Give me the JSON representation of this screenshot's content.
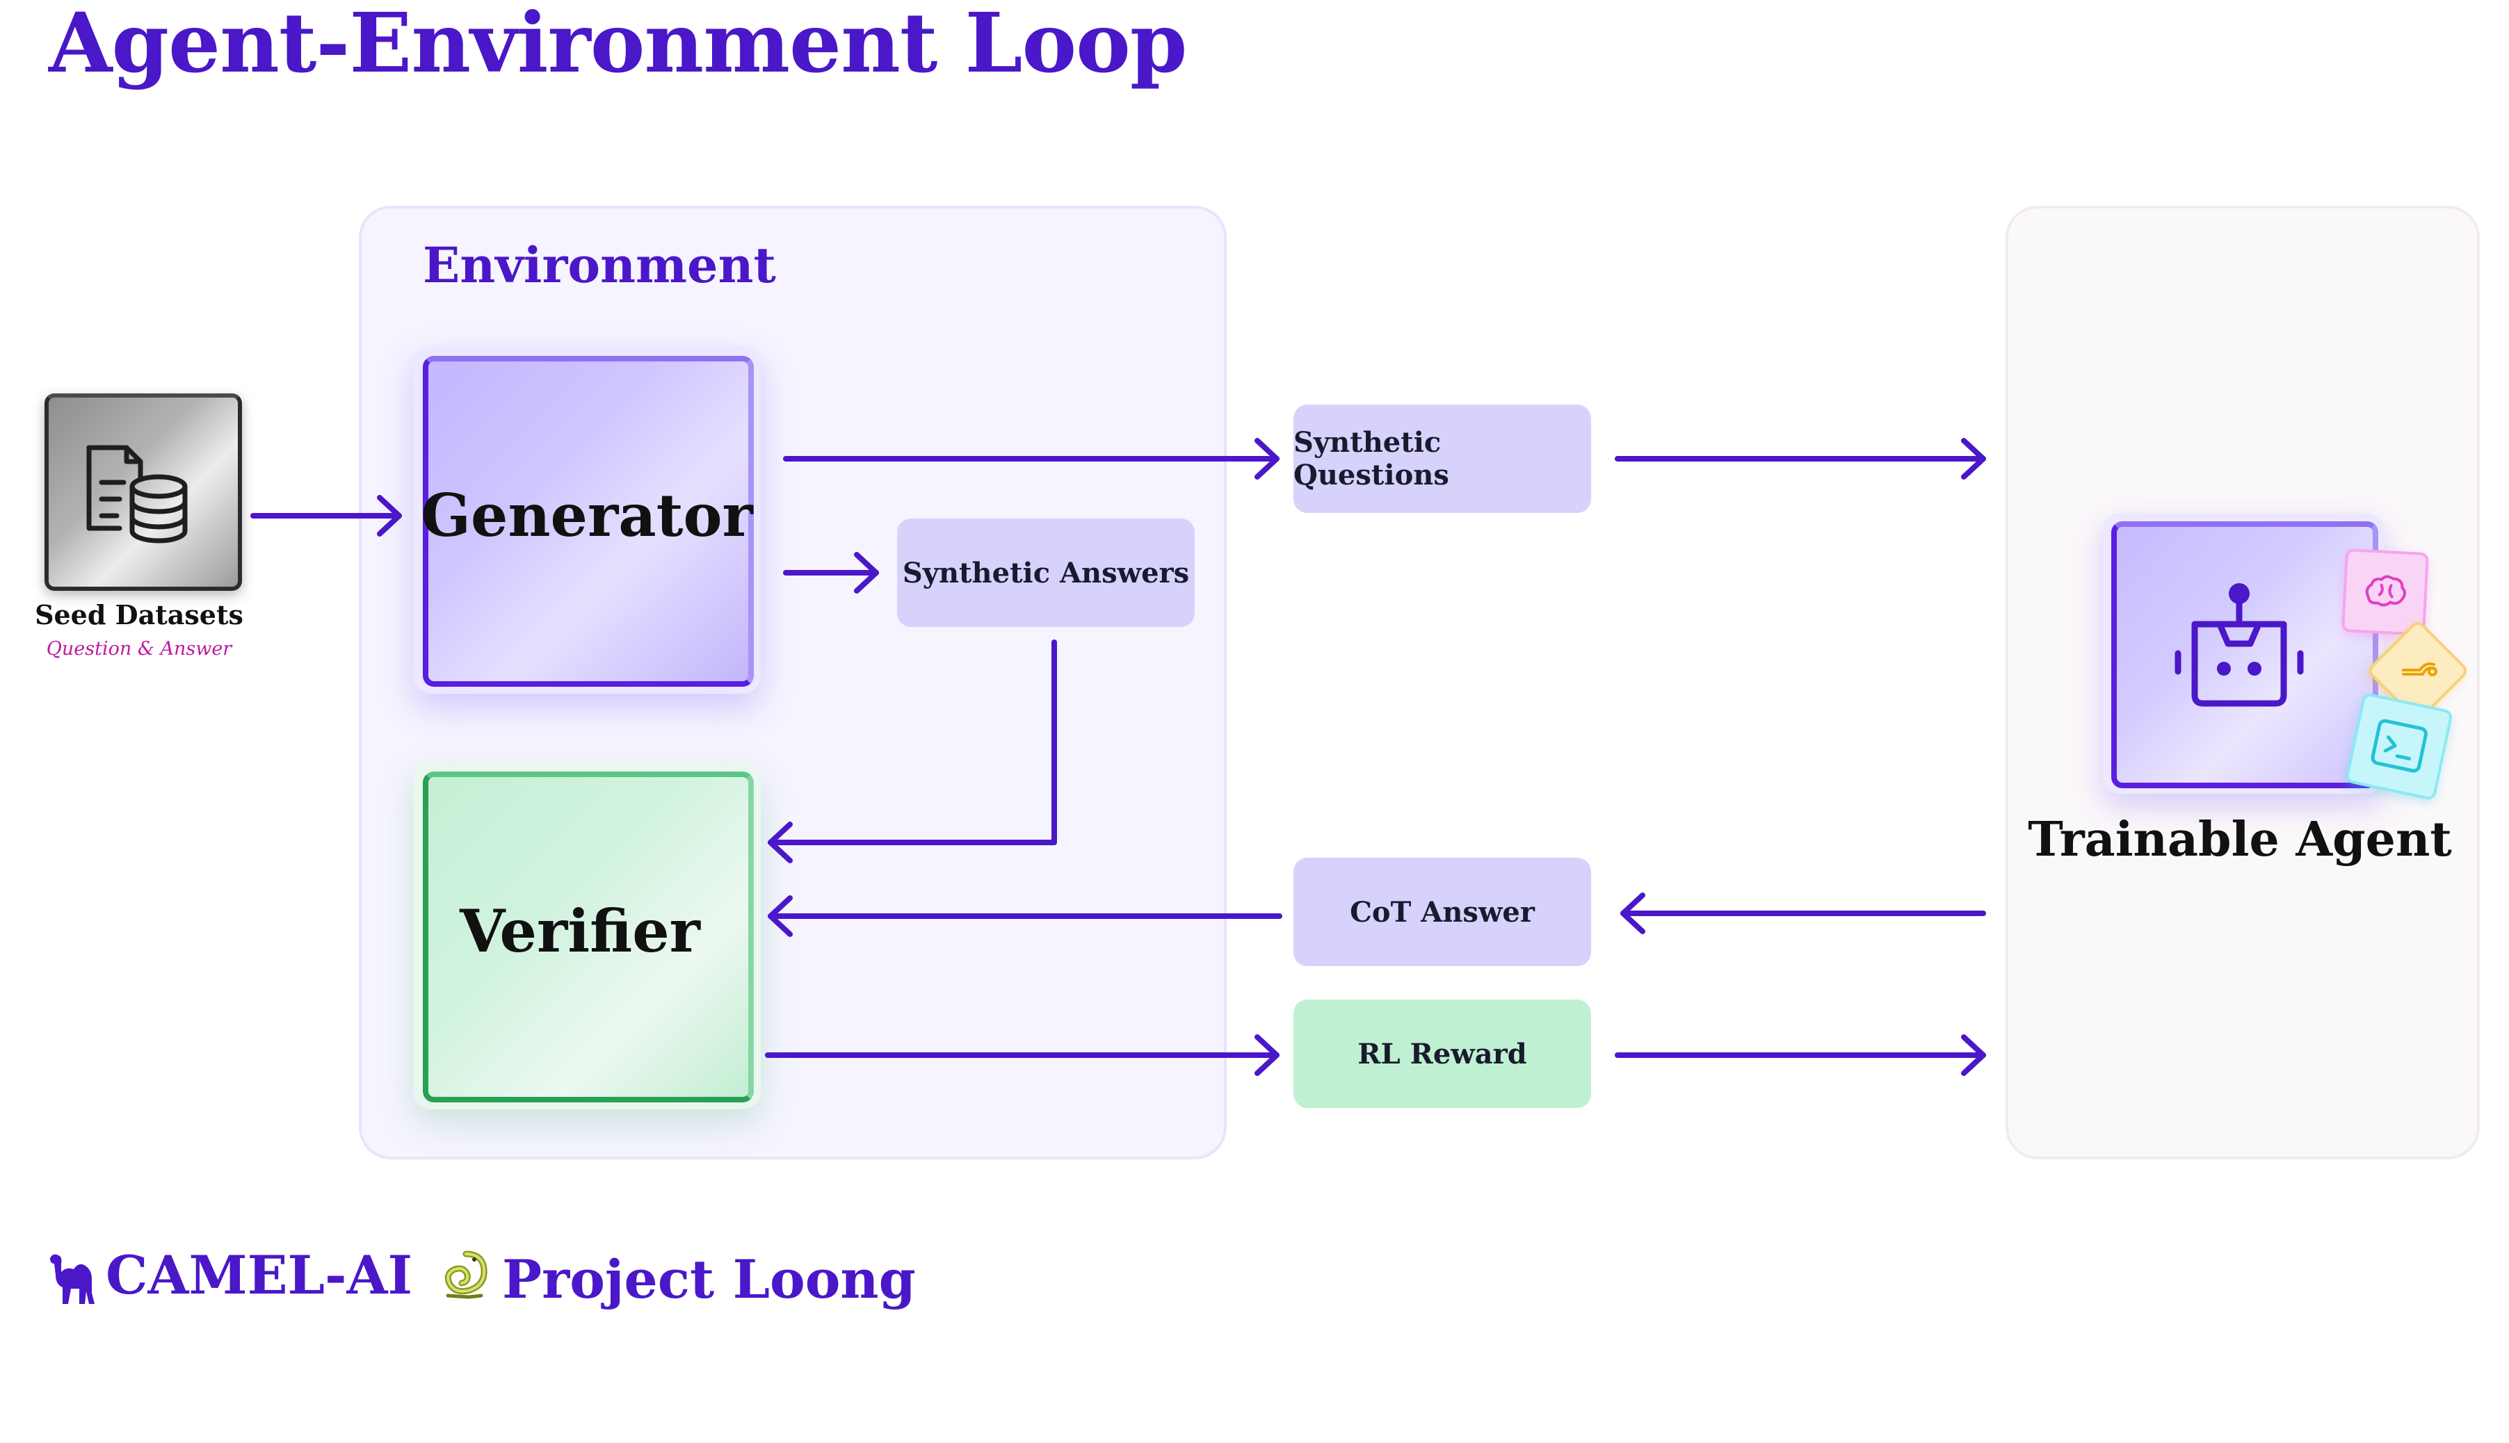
{
  "title": "Agent-Environment Loop",
  "environment": {
    "label": "Environment",
    "generator": {
      "label": "Generator"
    },
    "verifier": {
      "label": "Verifier"
    },
    "synthetic_answers": "Synthetic Answers"
  },
  "seed": {
    "label": "Seed Datasets",
    "sublabel": "Question & Answer",
    "icon": "document-database-icon"
  },
  "middle": {
    "synthetic_questions": "Synthetic Questions",
    "cot_answer": "CoT Answer",
    "rl_reward": "RL Reward"
  },
  "agent": {
    "label": "Trainable Agent",
    "icon": "robot-icon",
    "tools": [
      "brain-icon",
      "tool-icon",
      "terminal-icon"
    ]
  },
  "logos": {
    "camel": "CAMEL-AI",
    "loong": "Project Loong"
  },
  "colors": {
    "accent": "#4a17c9",
    "arrow": "#4a17c9",
    "generator": "#c3b7ff",
    "verifier": "#c4efd5",
    "pill_purple": "#d6d2fc",
    "pill_green": "#bff0d2",
    "seed_sub": "#c01a9e"
  }
}
